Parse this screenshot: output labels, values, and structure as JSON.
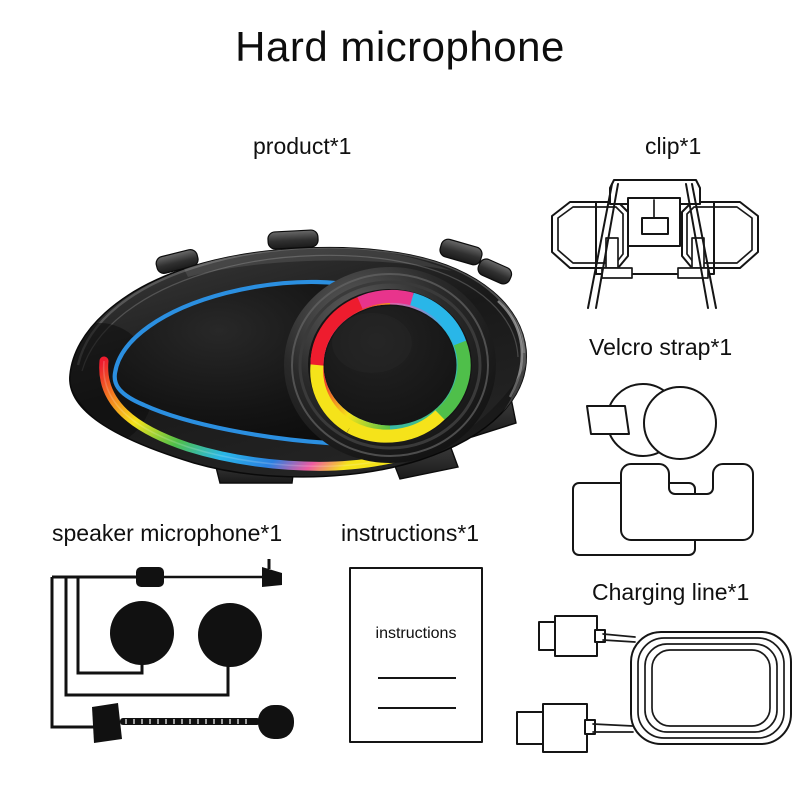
{
  "page": {
    "background_color": "#ffffff",
    "title": "Hard microphone"
  },
  "items": [
    {
      "id": "product",
      "label": "product*1",
      "icon": "helmet-speaker-unit",
      "quantity": 1,
      "name": "product",
      "colors": {
        "body": "#1c1c1c",
        "body_highlight": "#4a4a4a",
        "outline_accent": "#2b8fe0",
        "rgb_red": "#ee1c2e",
        "rgb_orange": "#f48120",
        "rgb_yellow": "#f5e31a",
        "rgb_green": "#4fbf4a",
        "rgb_cyan": "#29b6e8",
        "rgb_blue": "#2b7fe0",
        "rgb_pink": "#ef5ba1",
        "rgb_magenta": "#e8348c"
      }
    },
    {
      "id": "clip",
      "label": "clip*1",
      "icon": "helmet-clip-mount",
      "quantity": 1,
      "name": "clip"
    },
    {
      "id": "velcro",
      "label": "Velcro strap*1",
      "icon": "velcro-strap-pads",
      "quantity": 1,
      "name": "Velcro strap"
    },
    {
      "id": "speaker",
      "label": "speaker microphone*1",
      "icon": "speaker-microphone-headset",
      "quantity": 1,
      "name": "speaker microphone"
    },
    {
      "id": "instructions",
      "label": "instructions*1",
      "icon": "instruction-booklet",
      "quantity": 1,
      "name": "instructions",
      "booklet_text": "instructions"
    },
    {
      "id": "charging",
      "label": "Charging line*1",
      "icon": "usb-charging-cable",
      "quantity": 1,
      "name": "Charging line"
    }
  ]
}
